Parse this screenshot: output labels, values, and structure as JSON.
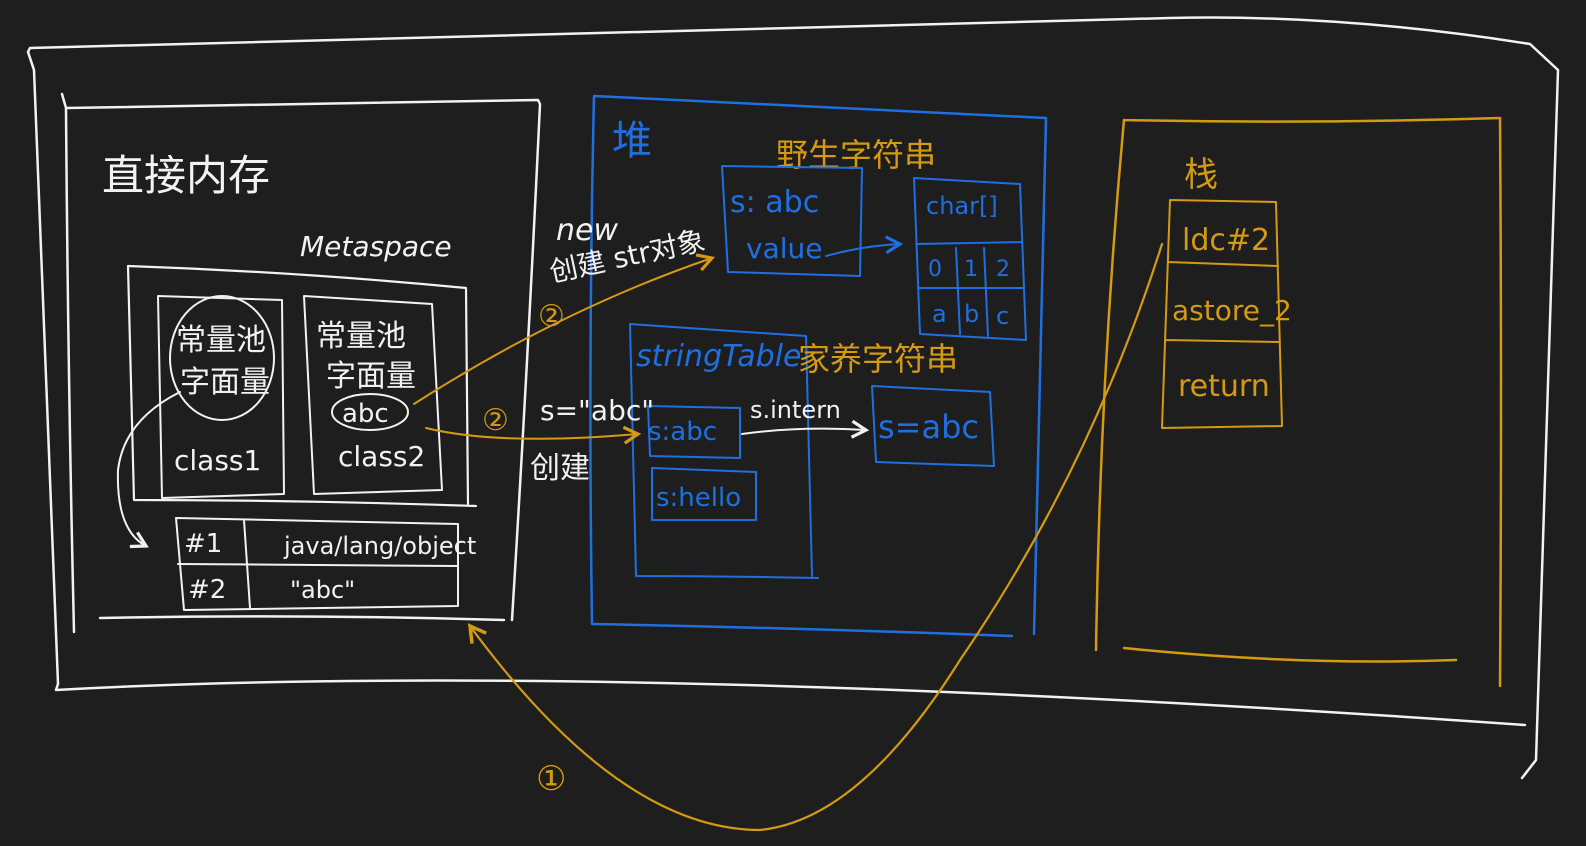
{
  "colors": {
    "background": "#1e1e1e",
    "white": "#f2f2f2",
    "blue": "#1f6fe0",
    "gold": "#d49a12"
  },
  "direct_memory": {
    "label": "直接内存",
    "metaspace_label": "Metaspace",
    "class1": {
      "pool_label_1": "常量池",
      "pool_label_2": "字面量",
      "class_label": "class1"
    },
    "class2": {
      "pool_label_1": "常量池",
      "pool_label_2": "字面量",
      "literal": "abc",
      "class_label": "class2"
    },
    "constant_table": {
      "rows": [
        {
          "index": "#1",
          "value": "java/lang/object"
        },
        {
          "index": "#2",
          "value": "\"abc\""
        }
      ]
    }
  },
  "heap": {
    "label": "堆",
    "wild_string_label": "野生字符串",
    "wild_obj_field": "s: abc",
    "wild_obj_value": "value",
    "char_array": {
      "header": "char[]",
      "indices": [
        "0",
        "1",
        "2"
      ],
      "chars": [
        "a",
        "b",
        "c"
      ]
    },
    "string_table_label": "stringTable",
    "string_table_entries": [
      "s:abc",
      "s:hello"
    ],
    "domestic_string_label": "家养字符串",
    "intern_label": "s.intern",
    "interned_obj": "s=abc"
  },
  "stack": {
    "label": "栈",
    "instructions": [
      "ldc#2",
      "astore_2",
      "return"
    ]
  },
  "annotations": {
    "new_label": "new",
    "new_create_label": "创建 str对象",
    "assign_label": "s=\"abc\"",
    "assign_create_label": "创建",
    "step1": "①",
    "step2a": "②",
    "step2b": "②"
  }
}
